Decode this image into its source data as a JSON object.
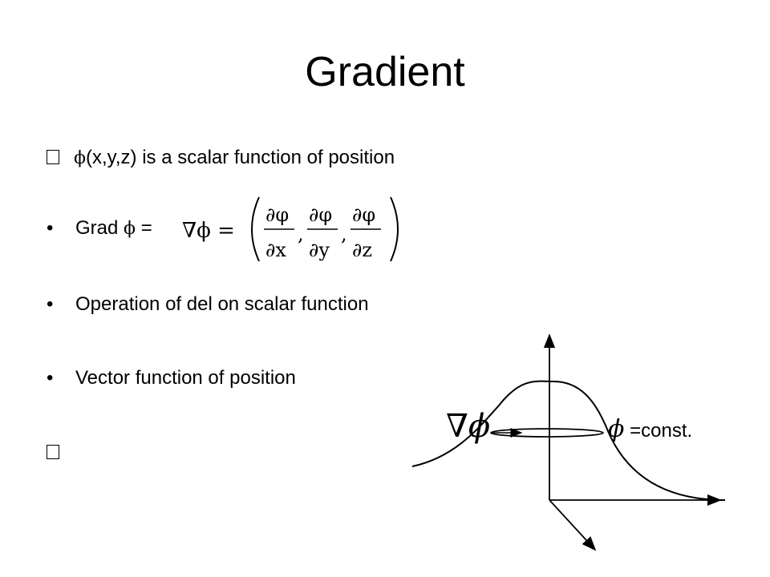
{
  "slide": {
    "title": "Gradient",
    "bullets": [
      {
        "marker": "",
        "phi": "ϕ",
        "text": "(x,y,z) is a scalar function of position"
      },
      {
        "marker": "•",
        "label_start": "Grad ",
        "phi": "ϕ",
        "label_end": " ="
      },
      {
        "marker": "•",
        "text": "Operation of del on scalar function"
      },
      {
        "marker": "•",
        "text": "Vector function of position"
      },
      {
        "marker": ""
      }
    ],
    "formula": {
      "del_phi": "∇ϕ =",
      "numerators": [
        "∂φ",
        "∂φ",
        "∂φ"
      ],
      "denominators": [
        "∂x",
        "∂y",
        "∂z"
      ],
      "separators": [
        ",",
        ","
      ]
    },
    "diagram": {
      "phi_symbol": "ϕ",
      "const_label": "=const.",
      "grad_symbol": "∇ϕ"
    }
  }
}
